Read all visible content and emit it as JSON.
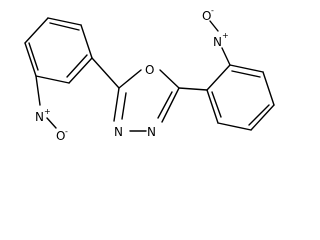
{
  "structure": {
    "oxadiazole_ring": {
      "oxygen": "O",
      "nitrogen_left": "N",
      "nitrogen_right": "N"
    },
    "nitro_left": {
      "nitrogen": "N",
      "n_charge": "+",
      "oxygen": "O",
      "o_charge": "-"
    },
    "nitro_right": {
      "nitrogen": "N",
      "n_charge": "+",
      "oxygen": "O",
      "o_charge": "-"
    }
  }
}
